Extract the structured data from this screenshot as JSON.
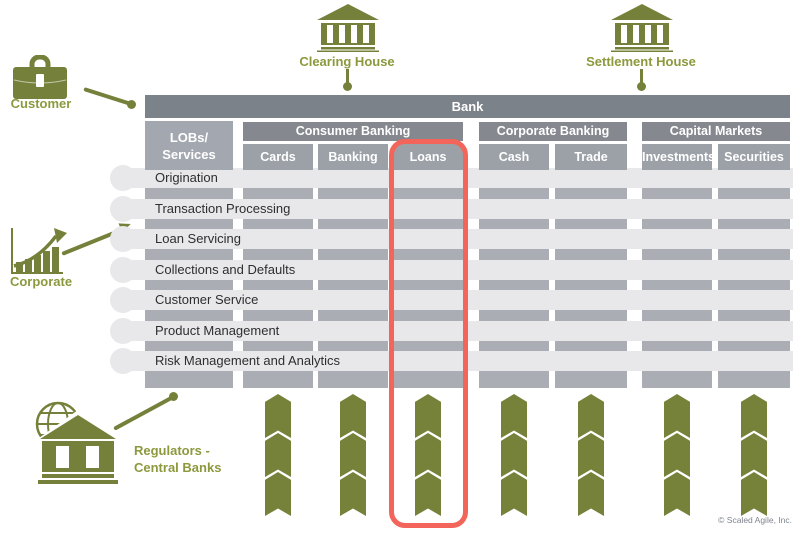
{
  "diagram": {
    "bank_label": "Bank",
    "lobs_header": {
      "line1": "LOBs/",
      "line2": "Services"
    },
    "groups": [
      {
        "label": "Consumer Banking",
        "columns": [
          "Cards",
          "Banking",
          "Loans"
        ]
      },
      {
        "label": "Corporate Banking",
        "columns": [
          "Cash",
          "Trade"
        ]
      },
      {
        "label": "Capital Markets",
        "columns": [
          "Investments",
          "Securities"
        ]
      }
    ],
    "rows": [
      "Origination",
      "Transaction Processing",
      "Loan Servicing",
      "Collections and Defaults",
      "Customer Service",
      "Product Management",
      "Risk Management and Analytics"
    ],
    "external": {
      "customer": "Customer",
      "corporate": "Corporate",
      "regulators_line1": "Regulators -",
      "regulators_line2": "Central Banks",
      "clearing_house": "Clearing House",
      "settlement_house": "Settlement House"
    },
    "highlight": {
      "column": "Loans",
      "color": "#F3655A"
    },
    "icons": {
      "customer": "briefcase-icon",
      "corporate": "growth-chart-icon",
      "regulators": "bank-globe-icon",
      "clearing_house": "bank-building-icon",
      "settlement_house": "bank-building-icon"
    },
    "colors": {
      "olive_icon": "#75813A",
      "olive_label": "#8C993D",
      "bank_bar": "#7C828A",
      "group_header": "#85898F",
      "sub_header": "#9CA1A8",
      "column_body": "#AAAEB4",
      "row_pill": "#E8E8EA",
      "highlight_red": "#F3655A"
    },
    "footer": {
      "copyright": "© Scaled Agile, Inc."
    }
  }
}
